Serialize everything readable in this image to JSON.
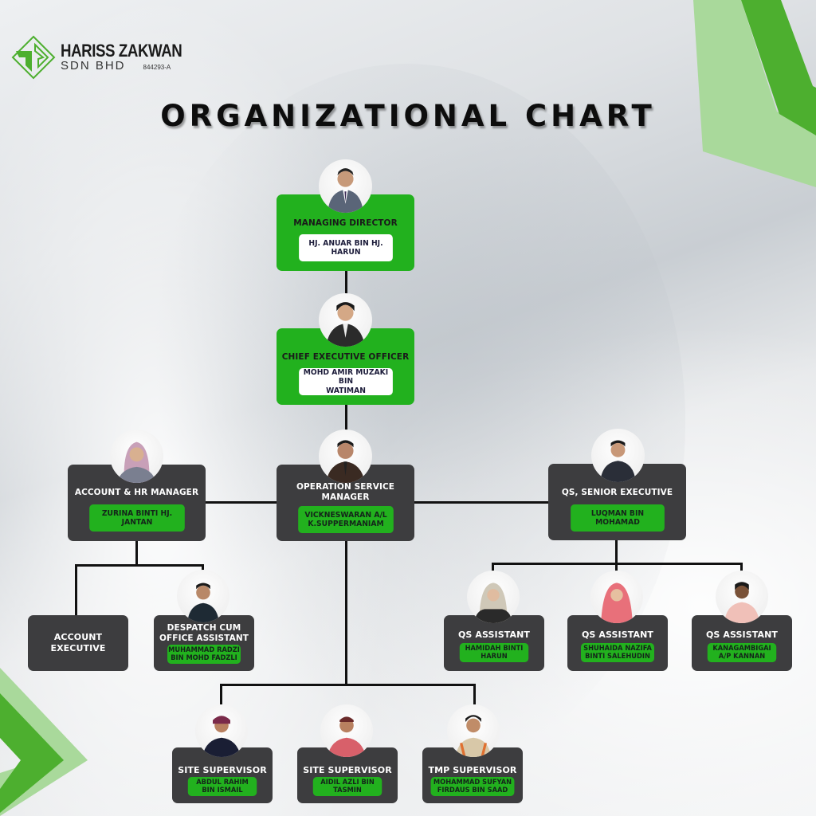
{
  "company": {
    "name": "HARISS ZAKWAN",
    "suffix": "SDN BHD",
    "registration": "844293-A",
    "logo_icon": "hz-diamond-logo-icon"
  },
  "title": "ORGANIZATIONAL CHART",
  "colors": {
    "brand_green": "#22b11e",
    "light_green": "#a9d99b",
    "dark_box": "#3d3d3f",
    "line": "#111111"
  },
  "nodes": {
    "managing_director": {
      "role": "MANAGING DIRECTOR",
      "name": "HJ. ANUAR BIN HJ. HARUN",
      "name_lines": [
        "HJ. ANUAR BIN HJ.",
        "HARUN"
      ]
    },
    "ceo": {
      "role": "CHIEF EXECUTIVE OFFICER",
      "name_lines": [
        "MOHD AMIR MUZAKI BIN",
        "WATIMAN"
      ]
    },
    "account_hr_manager": {
      "role": "ACCOUNT & HR MANAGER",
      "name_lines": [
        "ZURINA BINTI HJ.",
        "JANTAN"
      ]
    },
    "operation_service_manager": {
      "role_lines": [
        "OPERATION SERVICE",
        "MANAGER"
      ],
      "name_lines": [
        "VICKNESWARAN A/L",
        "K.SUPPERMANIAM"
      ]
    },
    "qs_senior_executive": {
      "role": "QS, SENIOR EXECUTIVE",
      "name_lines": [
        "LUQMAN BIN MOHAMAD"
      ]
    },
    "account_executive": {
      "role_lines": [
        "ACCOUNT",
        "EXECUTIVE"
      ]
    },
    "despatch_office_assistant": {
      "role_lines": [
        "DESPATCH CUM",
        "OFFICE ASSISTANT"
      ],
      "name_lines": [
        "MUHAMMAD RADZI",
        "BIN MOHD FADZLI"
      ]
    },
    "qs_assistant_1": {
      "role": "QS ASSISTANT",
      "name_lines": [
        "HAMIDAH BINTI",
        "HARUN"
      ]
    },
    "qs_assistant_2": {
      "role": "QS ASSISTANT",
      "name_lines": [
        "SHUHAIDA NAZIFA",
        "BINTI SALEHUDIN"
      ]
    },
    "qs_assistant_3": {
      "role": "QS ASSISTANT",
      "name_lines": [
        "KANAGAMBIGAI",
        "A/P KANNAN"
      ]
    },
    "site_supervisor_1": {
      "role": "SITE SUPERVISOR",
      "name_lines": [
        "ABDUL RAHIM",
        "BIN ISMAIL"
      ]
    },
    "site_supervisor_2": {
      "role": "SITE SUPERVISOR",
      "name_lines": [
        "AIDIL AZLI BIN",
        "TASMIN"
      ]
    },
    "tmp_supervisor": {
      "role": "TMP SUPERVISOR",
      "name_lines": [
        "MOHAMMAD SUFYAN",
        "FIRDAUS BIN SAAD"
      ]
    }
  }
}
